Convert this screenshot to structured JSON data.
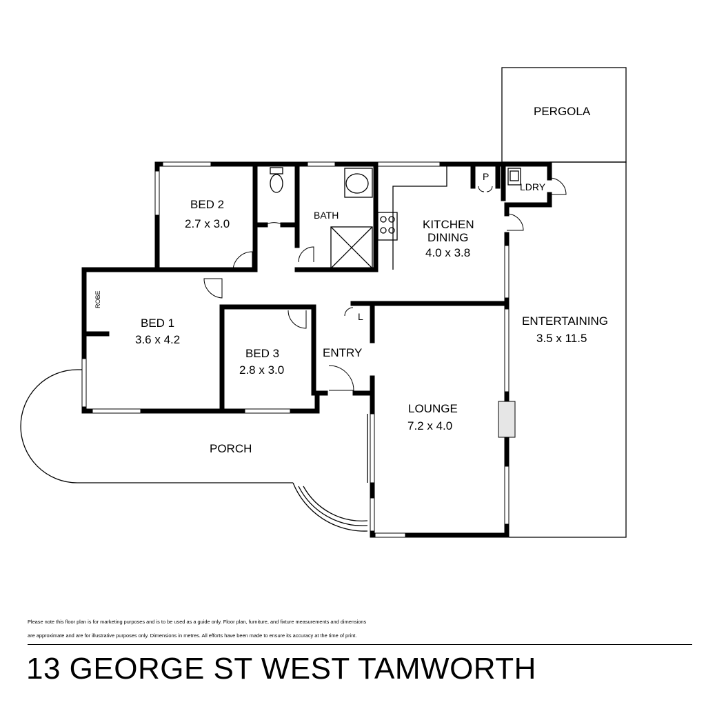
{
  "rooms": {
    "pergola": {
      "name": "PERGOLA"
    },
    "bed2": {
      "name": "BED 2",
      "size": "2.7 x 3.0"
    },
    "bath": {
      "name": "BATH"
    },
    "kitchen_dining": {
      "name_line1": "KITCHEN",
      "name_line2": "DINING",
      "size": "4.0 x 3.8"
    },
    "pantry": {
      "name": "P"
    },
    "laundry": {
      "name": "LDRY"
    },
    "bed1": {
      "name": "BED 1",
      "size": "3.6 x 4.2"
    },
    "robe": {
      "name": "ROBE"
    },
    "linen": {
      "name": "L"
    },
    "bed3": {
      "name": "BED 3",
      "size": "2.8 x 3.0"
    },
    "entry": {
      "name": "ENTRY"
    },
    "entertaining": {
      "name": "ENTERTAINING",
      "size": "3.5 x 11.5"
    },
    "lounge": {
      "name": "LOUNGE",
      "size": "7.2 x 4.0"
    },
    "porch": {
      "name": "PORCH"
    }
  },
  "disclaimer": {
    "line1": "Please note this floor plan is for marketing purposes and is to be used as a guide only. Floor plan, furniture, and fixture measurements and dimensions",
    "line2": "are approximate and are for illustrative purposes only. Dimensions in metres. All efforts have been made to ensure its accuracy at the time of print."
  },
  "address": "13 GEORGE ST WEST TAMWORTH"
}
